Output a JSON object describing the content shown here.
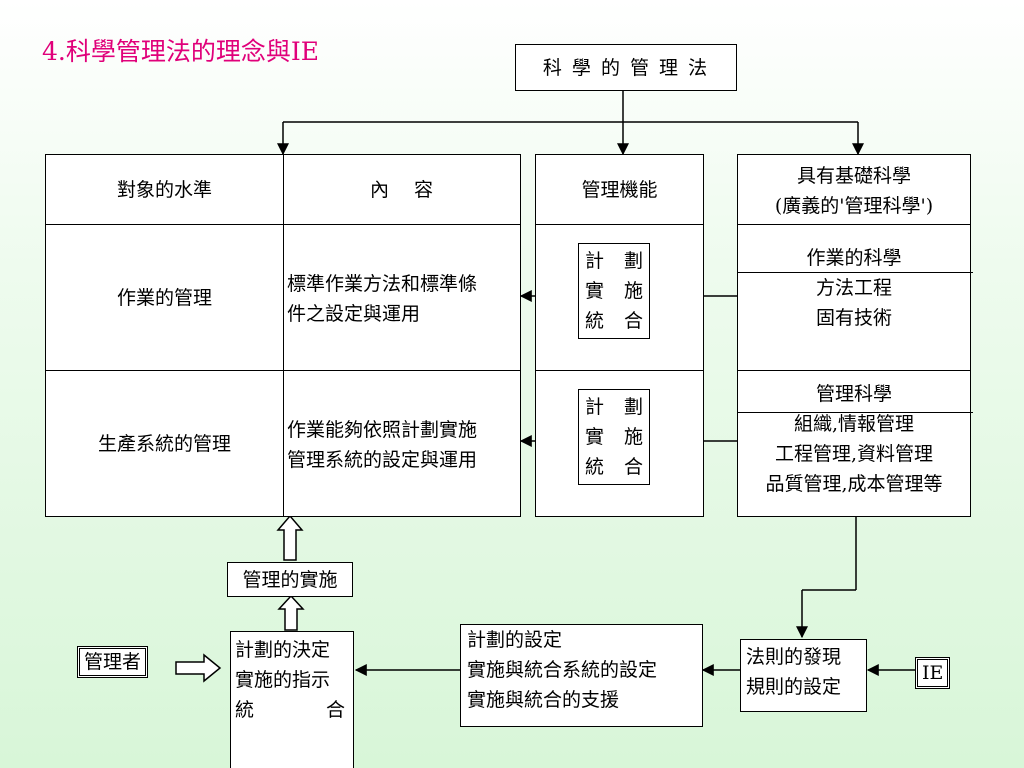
{
  "title": "4.科學管理法的理念與IE",
  "top_box": {
    "label": "科 學 的 管 理 法"
  },
  "left_table": {
    "header_level": "對象的水準",
    "header_content": "內　 容",
    "rows": [
      {
        "level": "作業的管理",
        "content_line1": "標準作業方法和標準條",
        "content_line2": "件之設定與運用"
      },
      {
        "level": "生產系統的管理",
        "content_line1": "作業能夠依照計劃實施",
        "content_line2": "管理系統的設定與運用"
      }
    ]
  },
  "function_table": {
    "header": "管理機能",
    "boxes": [
      {
        "r1a": "計",
        "r1b": "劃",
        "r2a": "實",
        "r2b": "施",
        "r3a": "統",
        "r3b": "合"
      },
      {
        "r1a": "計",
        "r1b": "劃",
        "r2a": "實",
        "r2b": "施",
        "r3a": "統",
        "r3b": "合"
      }
    ]
  },
  "science_table": {
    "header_line1": "具有基礎科學",
    "header_line2": "(廣義的'管理科學')",
    "row1": {
      "heading": "作業的科學",
      "line1": "方法工程",
      "line2": "固有技術"
    },
    "row2": {
      "heading": "管理科學",
      "line1": "組織,情報管理",
      "line2": "工程管理,資料管理",
      "line3": "品質管理,成本管理等"
    }
  },
  "implementation_box": {
    "label": "管理的實施"
  },
  "manager_box": {
    "label": "管理者"
  },
  "decision_box": {
    "line1": "計劃的決定",
    "line2": "實施的指示",
    "line3a": "統",
    "line3b": "合"
  },
  "planning_box": {
    "line1": "計劃的設定",
    "line2": "實施與統合系統的設定",
    "line3": "實施與統合的支援"
  },
  "rules_box": {
    "line1": "法則的發現",
    "line2": "規則的設定"
  },
  "ie_box": {
    "label": "IE"
  }
}
